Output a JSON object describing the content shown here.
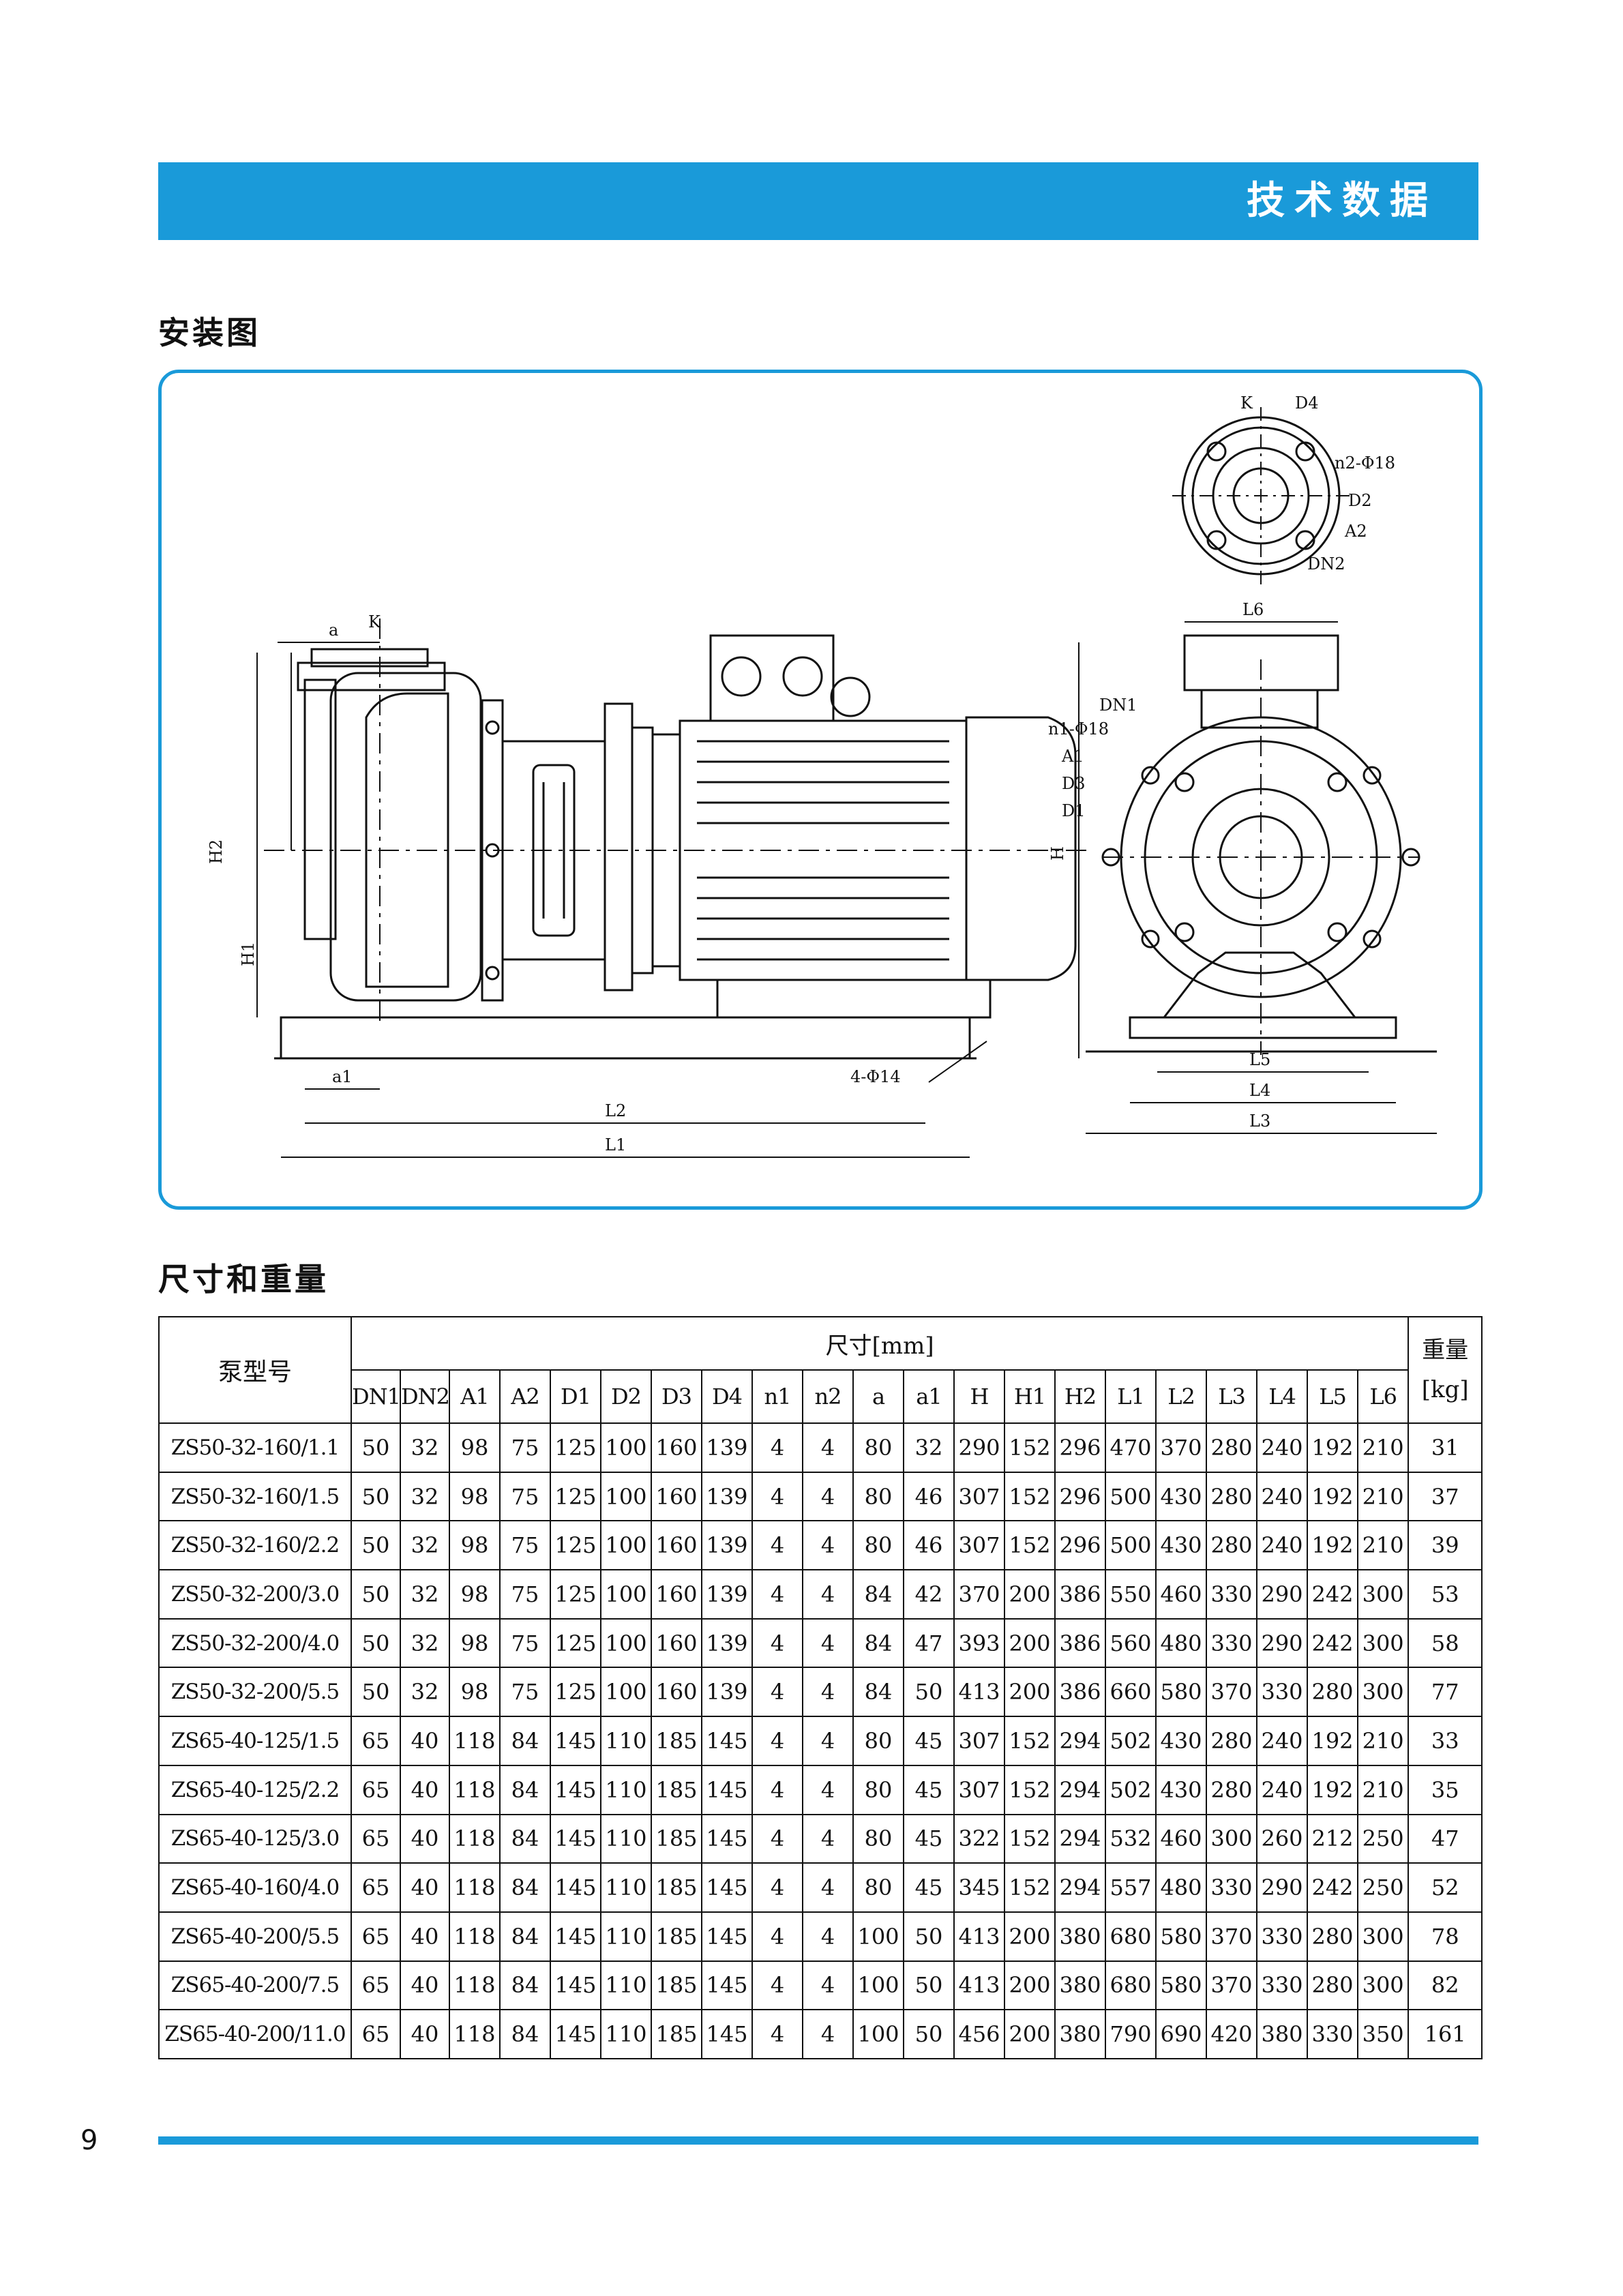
{
  "header": {
    "banner_title": "技术数据"
  },
  "install": {
    "title": "安装图",
    "side_labels": {
      "a": "a",
      "k": "K",
      "h2": "H2",
      "h1": "H1",
      "h": "H",
      "a1": "a1",
      "l2": "L2",
      "l1": "L1",
      "holes": "4-Φ14"
    },
    "flange_labels": {
      "k": "K",
      "d4": "D4",
      "n2": "n2-Φ18",
      "d2": "D2",
      "a2": "A2",
      "dn2": "DN2"
    },
    "front_labels": {
      "l6": "L6",
      "dn1": "DN1",
      "n1": "n1-Φ18",
      "a1": "A1",
      "d3": "D3",
      "d1": "D1",
      "l5": "L5",
      "l4": "L4",
      "l3": "L3"
    }
  },
  "dims": {
    "title": "尺寸和重量",
    "model_header": "泵型号",
    "size_header": "尺寸[mm]",
    "weight_header_line1": "重量",
    "weight_header_line2": "[kg]",
    "columns": [
      "DN1",
      "DN2",
      "A1",
      "A2",
      "D1",
      "D2",
      "D3",
      "D4",
      "n1",
      "n2",
      "a",
      "a1",
      "H",
      "H1",
      "H2",
      "L1",
      "L2",
      "L3",
      "L4",
      "L5",
      "L6"
    ],
    "rows": [
      [
        "ZS50-32-160/1.1",
        "50",
        "32",
        "98",
        "75",
        "125",
        "100",
        "160",
        "139",
        "4",
        "4",
        "80",
        "32",
        "290",
        "152",
        "296",
        "470",
        "370",
        "280",
        "240",
        "192",
        "210",
        "31"
      ],
      [
        "ZS50-32-160/1.5",
        "50",
        "32",
        "98",
        "75",
        "125",
        "100",
        "160",
        "139",
        "4",
        "4",
        "80",
        "46",
        "307",
        "152",
        "296",
        "500",
        "430",
        "280",
        "240",
        "192",
        "210",
        "37"
      ],
      [
        "ZS50-32-160/2.2",
        "50",
        "32",
        "98",
        "75",
        "125",
        "100",
        "160",
        "139",
        "4",
        "4",
        "80",
        "46",
        "307",
        "152",
        "296",
        "500",
        "430",
        "280",
        "240",
        "192",
        "210",
        "39"
      ],
      [
        "ZS50-32-200/3.0",
        "50",
        "32",
        "98",
        "75",
        "125",
        "100",
        "160",
        "139",
        "4",
        "4",
        "84",
        "42",
        "370",
        "200",
        "386",
        "550",
        "460",
        "330",
        "290",
        "242",
        "300",
        "53"
      ],
      [
        "ZS50-32-200/4.0",
        "50",
        "32",
        "98",
        "75",
        "125",
        "100",
        "160",
        "139",
        "4",
        "4",
        "84",
        "47",
        "393",
        "200",
        "386",
        "560",
        "480",
        "330",
        "290",
        "242",
        "300",
        "58"
      ],
      [
        "ZS50-32-200/5.5",
        "50",
        "32",
        "98",
        "75",
        "125",
        "100",
        "160",
        "139",
        "4",
        "4",
        "84",
        "50",
        "413",
        "200",
        "386",
        "660",
        "580",
        "370",
        "330",
        "280",
        "300",
        "77"
      ],
      [
        "ZS65-40-125/1.5",
        "65",
        "40",
        "118",
        "84",
        "145",
        "110",
        "185",
        "145",
        "4",
        "4",
        "80",
        "45",
        "307",
        "152",
        "294",
        "502",
        "430",
        "280",
        "240",
        "192",
        "210",
        "33"
      ],
      [
        "ZS65-40-125/2.2",
        "65",
        "40",
        "118",
        "84",
        "145",
        "110",
        "185",
        "145",
        "4",
        "4",
        "80",
        "45",
        "307",
        "152",
        "294",
        "502",
        "430",
        "280",
        "240",
        "192",
        "210",
        "35"
      ],
      [
        "ZS65-40-125/3.0",
        "65",
        "40",
        "118",
        "84",
        "145",
        "110",
        "185",
        "145",
        "4",
        "4",
        "80",
        "45",
        "322",
        "152",
        "294",
        "532",
        "460",
        "300",
        "260",
        "212",
        "250",
        "47"
      ],
      [
        "ZS65-40-160/4.0",
        "65",
        "40",
        "118",
        "84",
        "145",
        "110",
        "185",
        "145",
        "4",
        "4",
        "80",
        "45",
        "345",
        "152",
        "294",
        "557",
        "480",
        "330",
        "290",
        "242",
        "250",
        "52"
      ],
      [
        "ZS65-40-200/5.5",
        "65",
        "40",
        "118",
        "84",
        "145",
        "110",
        "185",
        "145",
        "4",
        "4",
        "100",
        "50",
        "413",
        "200",
        "380",
        "680",
        "580",
        "370",
        "330",
        "280",
        "300",
        "78"
      ],
      [
        "ZS65-40-200/7.5",
        "65",
        "40",
        "118",
        "84",
        "145",
        "110",
        "185",
        "145",
        "4",
        "4",
        "100",
        "50",
        "413",
        "200",
        "380",
        "680",
        "580",
        "370",
        "330",
        "280",
        "300",
        "82"
      ],
      [
        "ZS65-40-200/11.0",
        "65",
        "40",
        "118",
        "84",
        "145",
        "110",
        "185",
        "145",
        "4",
        "4",
        "100",
        "50",
        "456",
        "200",
        "380",
        "790",
        "690",
        "420",
        "380",
        "330",
        "350",
        "161"
      ]
    ]
  },
  "footer": {
    "page_number": "9"
  }
}
